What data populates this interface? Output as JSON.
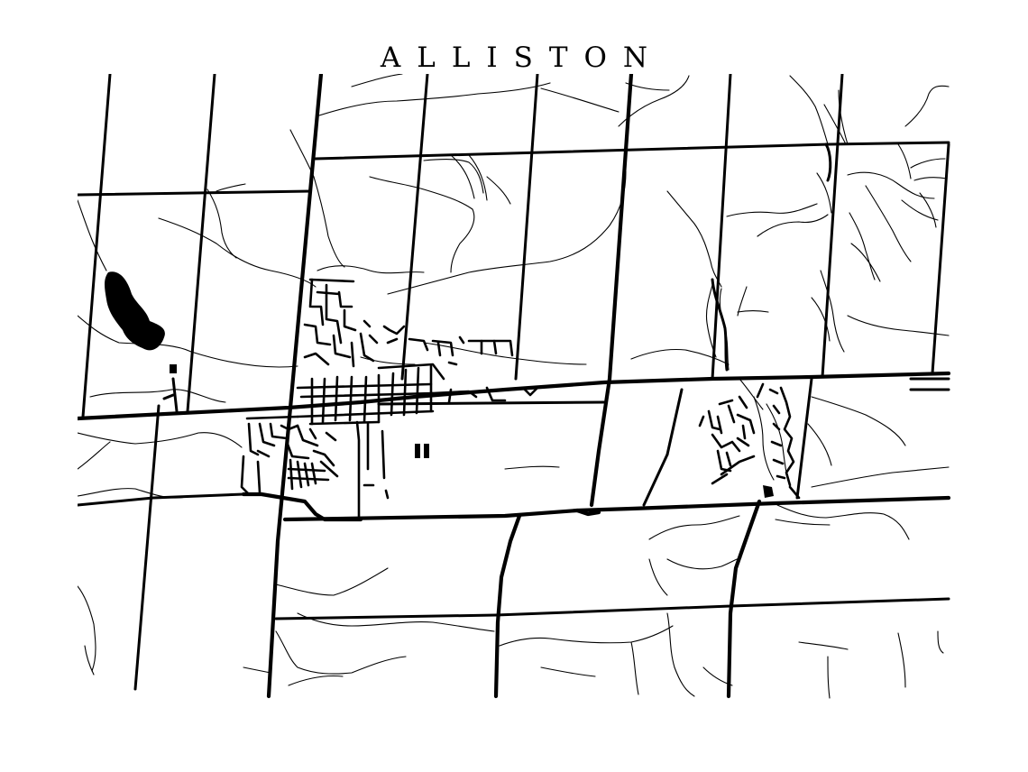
{
  "title": "ALLISTON",
  "colors": {
    "background": "#ffffff",
    "ink": "#000000"
  },
  "map": {
    "style": "minimalist black-and-white street map print",
    "features": [
      "road-grid",
      "highways",
      "town-street-network",
      "rivers-and-creeks",
      "pond"
    ]
  }
}
